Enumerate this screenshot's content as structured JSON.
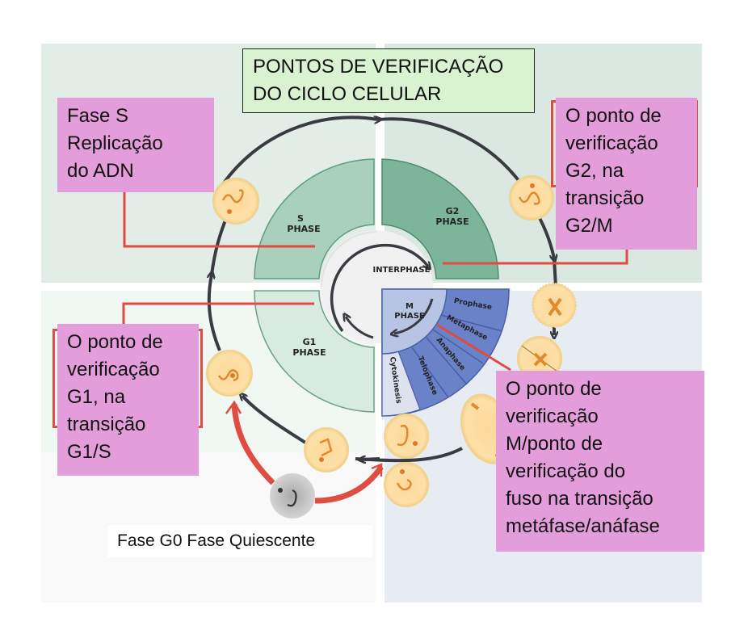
{
  "title": {
    "line1": "PONTOS DE VERIFICAÇÃO",
    "line2": "DO CICLO CELULAR"
  },
  "callouts": {
    "s_phase": {
      "lines": [
        "Fase S",
        "Replicação",
        "do ADN"
      ]
    },
    "g2_checkpoint": {
      "lines": [
        "O ponto de",
        "verificação",
        "G2, na",
        "transição",
        "G2/M"
      ]
    },
    "g1_checkpoint": {
      "lines": [
        "O ponto de",
        "verificação",
        "G1, na",
        "transição",
        "G1/S"
      ]
    },
    "m_checkpoint": {
      "lines": [
        "O ponto de",
        "verificação",
        "M/ponto de",
        "verificação do",
        "fuso na transição",
        "metáfase/anáfase"
      ]
    }
  },
  "g0_label": "Fase G0 Fase Quiescente",
  "diagram": {
    "center_label": "INTERPHASE",
    "phases": {
      "s": [
        "S",
        "PHASE"
      ],
      "g2": [
        "G2",
        "PHASE"
      ],
      "g1": [
        "G1",
        "PHASE"
      ],
      "m": [
        "M",
        "PHASE"
      ]
    },
    "m_subphases": [
      "Prophase",
      "Metaphase",
      "Anaphase",
      "Telophase",
      "Cytokinesis"
    ]
  },
  "colors": {
    "callout_bg": "#e49ddb",
    "title_bg": "#d9f2d0",
    "connector_red": "#e04b42",
    "s_phase": "#a9cfbd",
    "g2_phase": "#7db59b",
    "g1_phase": "#d7ebe0",
    "m_phase_inner": "#b7c4e4",
    "m_subphase": "#6a82c8",
    "cytokinesis": "#dde2ef",
    "cycle_arrow": "#3a3a42",
    "cell_fill": "#fde0a8",
    "g0_cell": "#bdbdbd"
  }
}
